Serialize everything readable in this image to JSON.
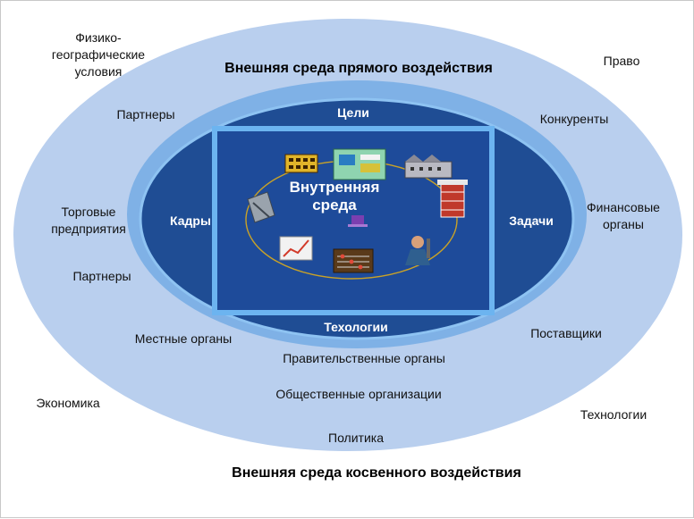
{
  "colors": {
    "outer_ellipse": "#b9cfee",
    "middle_ellipse": "#7fb1e6",
    "inner_ellipse": "#1f4d94",
    "core_box": "#1e4b9a",
    "core_frame": "#6cb4f0"
  },
  "titles": {
    "direct": "Внешняя среда прямого воздействия",
    "indirect": "Внешняя среда косвенного воздействия"
  },
  "core": {
    "label_line1": "Внутренняя",
    "label_line2": "среда",
    "icons": [
      "building-icon",
      "machine-icon",
      "factory-icon",
      "brick-chimney-icon",
      "worker-icon",
      "abacus-icon",
      "chart-icon",
      "tools-icon",
      "laptop-icon"
    ]
  },
  "internal": {
    "top": "Цели",
    "left": "Кадры",
    "right": "Задачи",
    "bottom": "Техологии"
  },
  "direct_factors": {
    "partners_top": "Партнеры",
    "competitors": "Конкуренты",
    "trade": "Торговые предприятия",
    "finance": "Финансовые органы",
    "partners_bottom": "Партнеры",
    "local": "Местные органы",
    "suppliers": "Поставщики",
    "government": "Правительственные органы",
    "public": "Общественные организации"
  },
  "indirect_factors": {
    "physio": "Физико-географические условия",
    "law": "Право",
    "economy": "Экономика",
    "technology": "Технологии",
    "politics": "Политика"
  }
}
